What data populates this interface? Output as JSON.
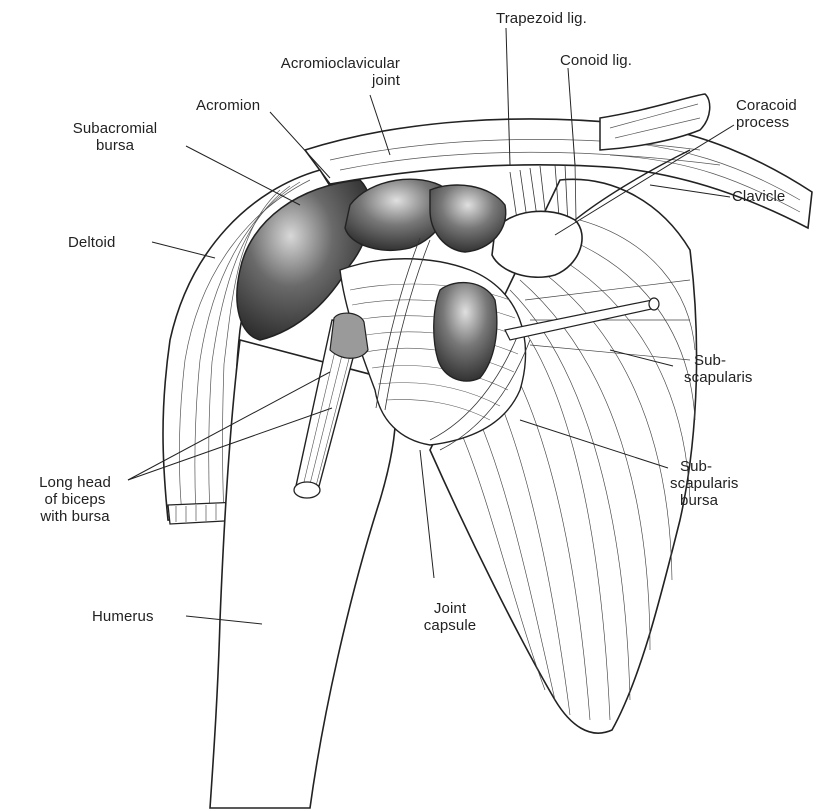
{
  "labels": {
    "trapezoid": "Trapezoid lig.",
    "conoid": "Conoid lig.",
    "acromioclavicular_1": "Acromioclavicular",
    "acromioclavicular_2": "joint",
    "coracoid_1": "Coracoid",
    "coracoid_2": "process",
    "acromion": "Acromion",
    "subacromial_1": "Subacromial",
    "subacromial_2": "bursa",
    "clavicle": "Clavicle",
    "deltoid": "Deltoid",
    "subscapularis_1": "Sub-",
    "subscapularis_2": "scapularis",
    "long_head_1": "Long head",
    "long_head_2": "of biceps",
    "long_head_3": "with bursa",
    "subscap_bursa_1": "Sub-",
    "subscap_bursa_2": "scapularis",
    "subscap_bursa_3": "bursa",
    "humerus": "Humerus",
    "joint_capsule_1": "Joint",
    "joint_capsule_2": "capsule"
  },
  "colors": {
    "ink": "#222222",
    "shade": "#4a4a4a",
    "highlight": "#f2f2f2",
    "paper": "#ffffff"
  }
}
